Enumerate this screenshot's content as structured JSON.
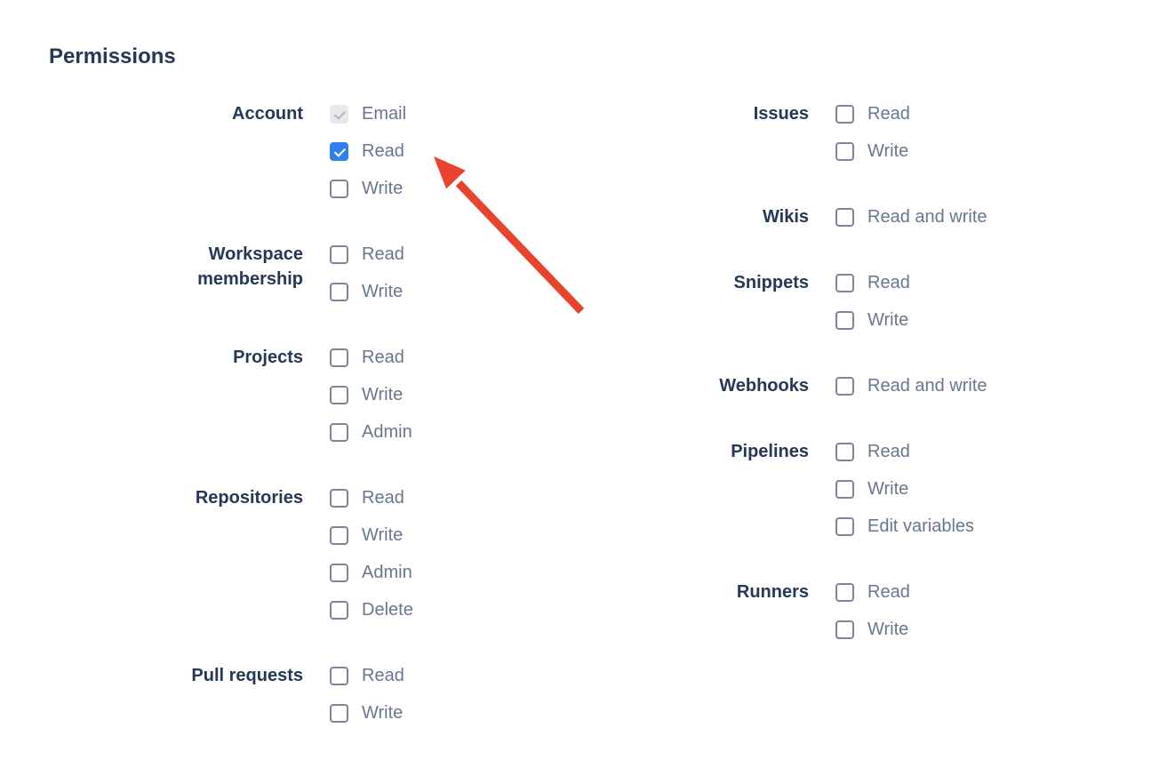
{
  "page": {
    "title": "Permissions"
  },
  "columns": [
    {
      "groups": [
        {
          "label": "Account",
          "options": [
            {
              "label": "Email",
              "state": "checked-disabled"
            },
            {
              "label": "Read",
              "state": "checked"
            },
            {
              "label": "Write",
              "state": "unchecked"
            }
          ]
        },
        {
          "label": "Workspace membership",
          "options": [
            {
              "label": "Read",
              "state": "unchecked"
            },
            {
              "label": "Write",
              "state": "unchecked"
            }
          ]
        },
        {
          "label": "Projects",
          "options": [
            {
              "label": "Read",
              "state": "unchecked"
            },
            {
              "label": "Write",
              "state": "unchecked"
            },
            {
              "label": "Admin",
              "state": "unchecked"
            }
          ]
        },
        {
          "label": "Repositories",
          "options": [
            {
              "label": "Read",
              "state": "unchecked"
            },
            {
              "label": "Write",
              "state": "unchecked"
            },
            {
              "label": "Admin",
              "state": "unchecked"
            },
            {
              "label": "Delete",
              "state": "unchecked"
            }
          ]
        },
        {
          "label": "Pull requests",
          "options": [
            {
              "label": "Read",
              "state": "unchecked"
            },
            {
              "label": "Write",
              "state": "unchecked"
            }
          ]
        }
      ]
    },
    {
      "groups": [
        {
          "label": "Issues",
          "options": [
            {
              "label": "Read",
              "state": "unchecked"
            },
            {
              "label": "Write",
              "state": "unchecked"
            }
          ]
        },
        {
          "label": "Wikis",
          "options": [
            {
              "label": "Read and write",
              "state": "unchecked"
            }
          ]
        },
        {
          "label": "Snippets",
          "options": [
            {
              "label": "Read",
              "state": "unchecked"
            },
            {
              "label": "Write",
              "state": "unchecked"
            }
          ]
        },
        {
          "label": "Webhooks",
          "options": [
            {
              "label": "Read and write",
              "state": "unchecked"
            }
          ]
        },
        {
          "label": "Pipelines",
          "options": [
            {
              "label": "Read",
              "state": "unchecked"
            },
            {
              "label": "Write",
              "state": "unchecked"
            },
            {
              "label": "Edit variables",
              "state": "unchecked"
            }
          ]
        },
        {
          "label": "Runners",
          "options": [
            {
              "label": "Read",
              "state": "unchecked"
            },
            {
              "label": "Write",
              "state": "unchecked"
            }
          ]
        }
      ]
    }
  ],
  "colors": {
    "heading": "#253858",
    "group_label": "#253858",
    "option_label": "#68778D",
    "checkbox_border": "#7C8698",
    "checkbox_checked": "#2F80ED",
    "checkbox_disabled_bg": "#E6E8EC",
    "arrow": "#E8432D"
  }
}
